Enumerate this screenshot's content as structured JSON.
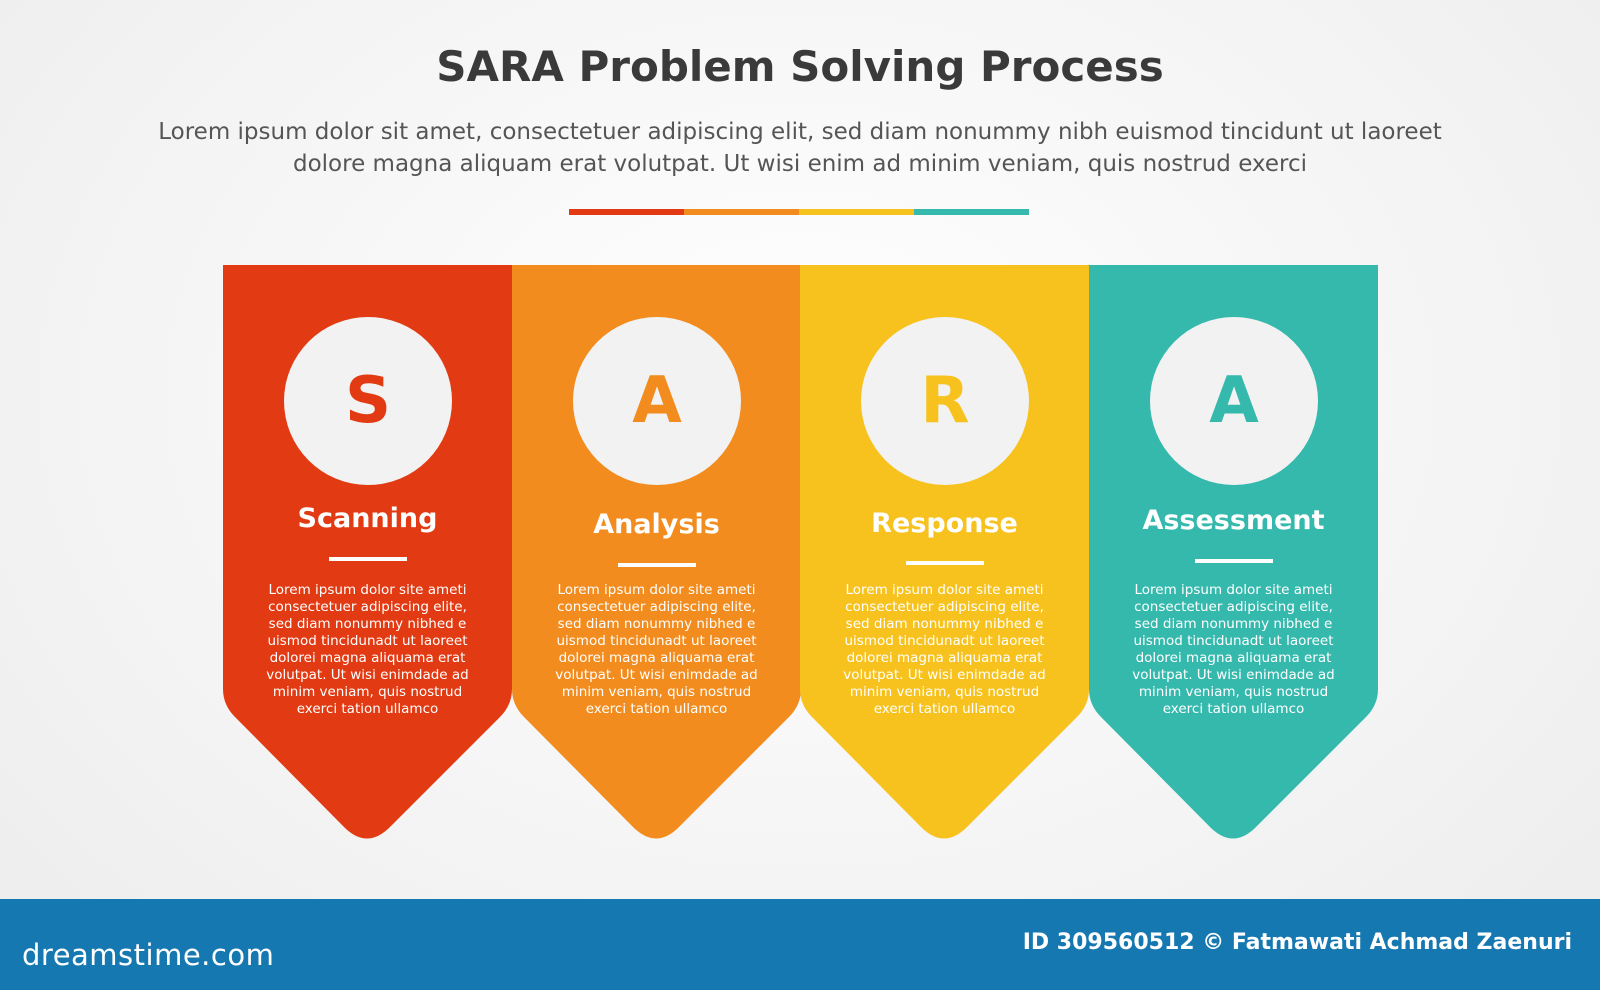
{
  "title": "SARA Problem Solving Process",
  "subtitle": "Lorem ipsum dolor sit amet, consectetuer adipiscing elit, sed diam nonummy nibh euismod tincidunt ut laoreet dolore magna aliquam erat volutpat. Ut wisi enim ad minim veniam, quis nostrud exerci",
  "steps": [
    {
      "letter": "S",
      "label": "Scanning",
      "text": "Lorem ipsum dolor site ameti consectetuer adipiscing elite, sed diam nonummy nibhed e uismod tincidunadt ut laoreet dolorei magna aliquama erat volutpat. Ut wisi enimdade ad minim veniam, quis nostrud exerci tation ullamco",
      "color": "#e23a12"
    },
    {
      "letter": "A",
      "label": "Analysis",
      "text": "Lorem ipsum dolor site ameti consectetuer adipiscing elite, sed diam nonummy nibhed e uismod tincidunadt ut laoreet dolorei magna aliquama erat volutpat. Ut wisi enimdade ad minim veniam, quis nostrud exerci tation ullamco",
      "color": "#f28c1e"
    },
    {
      "letter": "R",
      "label": "Response",
      "text": "Lorem ipsum dolor site ameti consectetuer adipiscing elite, sed diam nonummy nibhed e uismod tincidunadt ut laoreet dolorei magna aliquama erat volutpat. Ut wisi enimdade ad minim veniam, quis nostrud exerci tation ullamco",
      "color": "#f7c21d"
    },
    {
      "letter": "A",
      "label": "Assessment",
      "text": "Lorem ipsum dolor site ameti consectetuer adipiscing elite, sed diam nonummy nibhed e uismod tincidunadt ut laoreet dolorei magna aliquama erat volutpat. Ut wisi enimdade ad minim veniam, quis nostrud exerci tation ullamco",
      "color": "#35b9ad"
    }
  ],
  "footer": {
    "logo": "dreamstime.com",
    "credit": "ID 309560512 © Fatmawati  Achmad Zaenuri"
  }
}
